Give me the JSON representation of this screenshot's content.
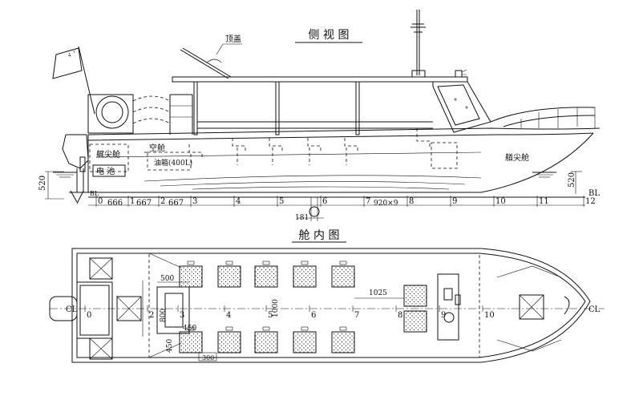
{
  "side_view": {
    "title": "侧 视 图",
    "labels": {
      "canopy": "顶盖",
      "bow_cabin_aft": "艉尖舱",
      "battery": "电 池",
      "void": "空舱",
      "fuel_tank": "油箱(400L)",
      "bow_cabin_fwd": "艏尖舱",
      "bl": "BL"
    },
    "dimensions": {
      "height": "520",
      "height_fwd": "520",
      "spacing_aft": [
        "666",
        "667",
        "667"
      ],
      "spacing_main": "920×9",
      "shaft": "181"
    },
    "frame_numbers": [
      "0",
      "1",
      "2",
      "3",
      "4",
      "5",
      "6",
      "7",
      "8",
      "9",
      "10",
      "11",
      "12"
    ]
  },
  "plan_view": {
    "title": "舱 内 图",
    "labels": {
      "cl": "CL"
    },
    "dimensions": {
      "d500": "500",
      "d800": "800",
      "d450_top": "450",
      "d450_side": "450",
      "d300": "300",
      "d1000": "1000",
      "d1025": "1025"
    },
    "frame_numbers": [
      "0",
      "2",
      "3",
      "4",
      "5",
      "6",
      "7",
      "8",
      "9",
      "10"
    ]
  }
}
